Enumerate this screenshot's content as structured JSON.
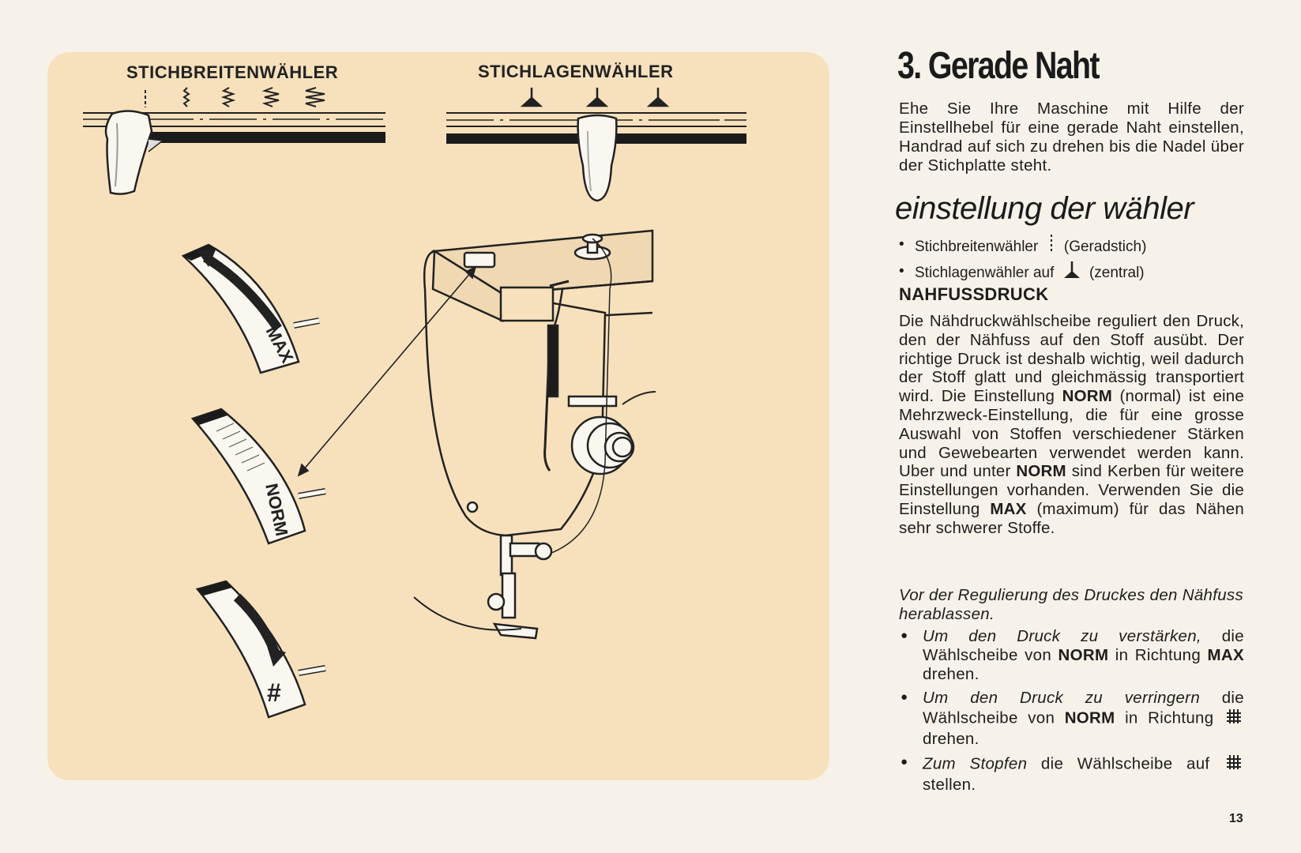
{
  "illustration": {
    "stitch_width_label": "STICHBREITENWÄHLER",
    "stitch_position_label": "STICHLAGENWÄHLER",
    "dial_max_mark": "MAX",
    "dial_norm_mark": "NORM",
    "dial_darn_mark": "#",
    "icons": [
      "stitch-width-selector",
      "needle-position-selector",
      "pressure-dial-max",
      "pressure-dial-norm",
      "pressure-dial-darn",
      "sewing-machine-head"
    ]
  },
  "section": {
    "title": "3. Gerade Naht",
    "intro": "Ehe Sie Ihre Maschine mit Hilfe der Einstellhebel für eine gerade Naht einstellen, Handrad auf sich zu drehen bis die Nadel über der Stichplatte steht.",
    "subheading": "einstellung der wähler",
    "settings": [
      {
        "label": "Stichbreitenwähler",
        "value": "(Geradstich)"
      },
      {
        "label": "Stichlagenwähler auf",
        "value": "(zentral)"
      }
    ]
  },
  "pressure": {
    "title": "NAHFUSSDRUCK",
    "p1": "Die Nähdruckwählscheibe reguliert den Druck, den der Nähfuss auf den Stoff ausübt. Der richtige Druck ist deshalb wichtig, weil dadurch der Stoff glatt und gleichmässig transportiert wird. Die Einstellung",
    "norm": "NORM",
    "p2": "(normal) ist eine Mehrzweck-Einstellung, die für eine grosse Auswahl von Stoffen verschiedener Stärken und Gewebearten verwendet werden kann. Uber und unter",
    "p3": "sind Kerben für weitere Einstellungen vorhanden. Verwenden Sie die Einstellung",
    "max": "MAX",
    "p4": "(maximum) für das Nähen sehr schwerer Stoffe.",
    "note": "Vor der Regulierung des Druckes den Nähfuss herablassen.",
    "items": [
      {
        "lead": "Um den Druck zu verstärken,",
        "a": "die Wählscheibe von",
        "b": "in Richtung",
        "c": "drehen."
      },
      {
        "lead": "Um den Druck zu verringern",
        "a": "die Wählscheibe von",
        "b": "in Richtung",
        "c": "drehen."
      },
      {
        "lead": "Zum Stopfen",
        "a": "die Wählscheibe auf",
        "c": "stellen."
      }
    ]
  },
  "page_number": "13"
}
